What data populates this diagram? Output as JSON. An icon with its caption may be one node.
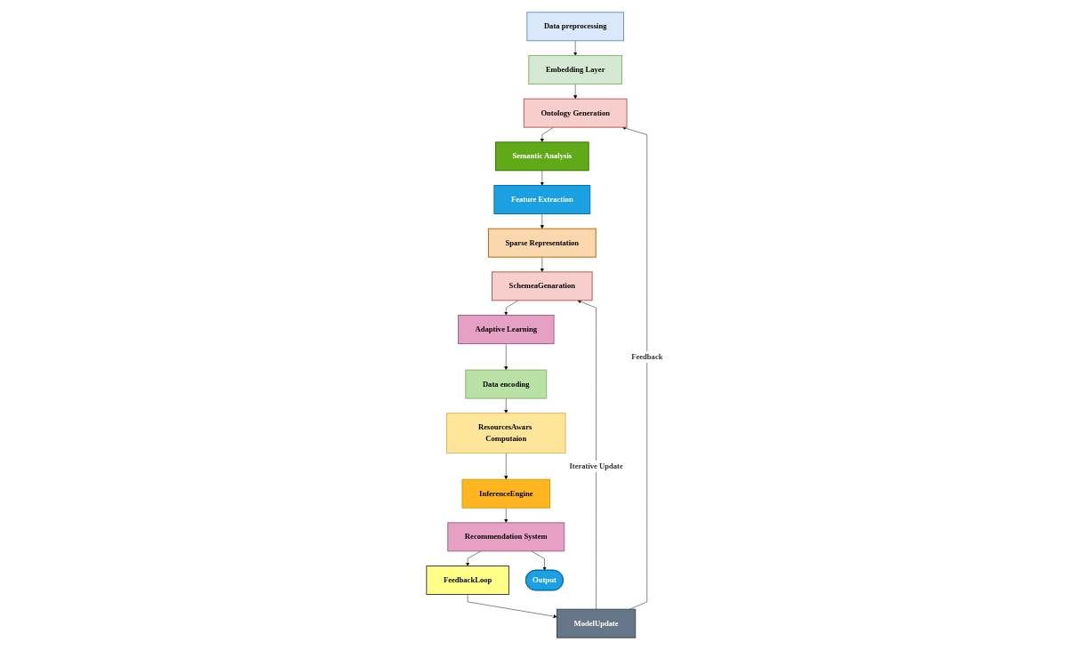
{
  "diagram": {
    "nodes": [
      {
        "text": [
          "Data preprocessing"
        ]
      },
      {
        "text": [
          "Embedding Layer"
        ]
      },
      {
        "text": [
          "Ontology Generation"
        ]
      },
      {
        "text": [
          "Semantic Analysis"
        ]
      },
      {
        "text": [
          "Feature Extraction"
        ]
      },
      {
        "text": [
          "Sparse Representation"
        ]
      },
      {
        "text": [
          "SchemeaGenaration"
        ]
      },
      {
        "text": [
          "Adaptive Learning"
        ]
      },
      {
        "text": [
          "Data encoding"
        ]
      },
      {
        "text": [
          "ResourcesAwars Computaion"
        ]
      },
      {
        "text": [
          "InferenceEngine"
        ]
      },
      {
        "text": [
          "Recommendation System"
        ]
      },
      {
        "text": [
          "FeedbackLoop"
        ]
      },
      {
        "text": [
          "Output"
        ]
      },
      {
        "text": [
          "ModelUpdate"
        ]
      }
    ],
    "edges": [
      {
        "from": 0,
        "to": 1,
        "arrow": "to"
      },
      {
        "from": 1,
        "to": 2,
        "arrow": "to"
      },
      {
        "from": 2,
        "to": 3,
        "arrow": "to"
      },
      {
        "from": 3,
        "to": 4,
        "arrow": "to"
      },
      {
        "from": 4,
        "to": 5,
        "arrow": "to"
      },
      {
        "from": 5,
        "to": 6,
        "arrow": "to"
      },
      {
        "from": 6,
        "to": 7,
        "arrow": "to"
      },
      {
        "from": 7,
        "to": 8,
        "arrow": "to"
      },
      {
        "from": 8,
        "to": 9,
        "arrow": "to"
      },
      {
        "from": 9,
        "to": 10,
        "arrow": "to"
      },
      {
        "from": 10,
        "to": 11,
        "arrow": "to"
      },
      {
        "from": 11,
        "to": 12,
        "arrow": "to"
      },
      {
        "from": 11,
        "to": 13,
        "arrow": "to"
      },
      {
        "from": 12,
        "to": 14,
        "arrow": "to"
      },
      {
        "from": 14,
        "to": 6,
        "label": "Iterative Update",
        "arrow": "to"
      },
      {
        "from": 14,
        "to": 2,
        "label": "Feedback",
        "arrow": "to"
      }
    ]
  }
}
